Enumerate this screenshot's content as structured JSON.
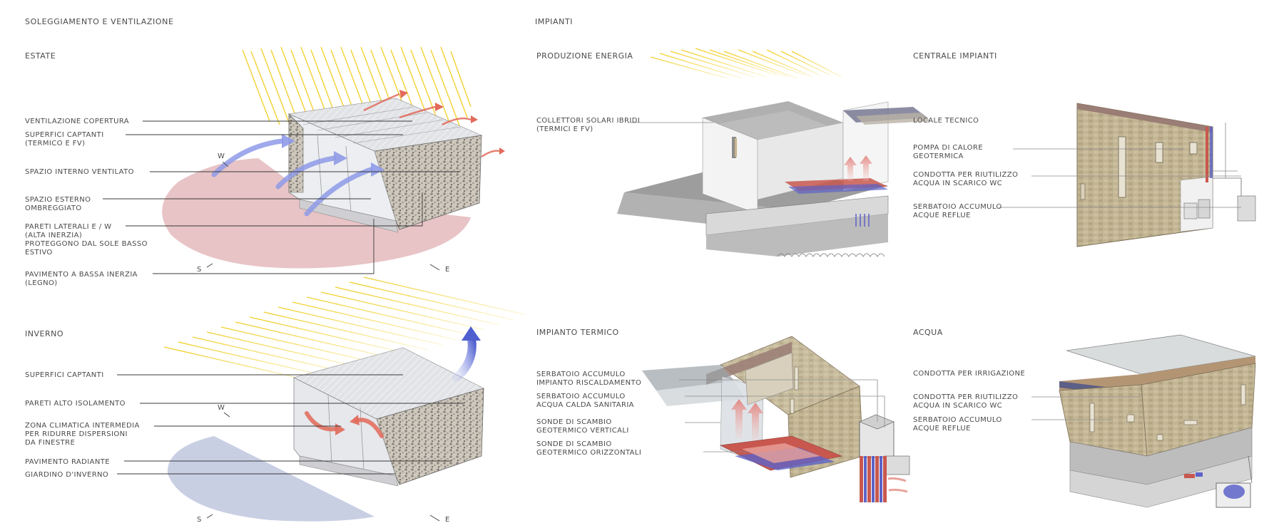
{
  "sections": {
    "solar_ventilation": "SOLEGGIAMENTO E VENTILAZIONE",
    "plants": "IMPIANTI"
  },
  "summer": {
    "title": "ESTATE",
    "labels": [
      [
        "VENTILAZIONE COPERTURA"
      ],
      [
        "SUPERFICI CAPTANTI",
        "(TERMICO E FV)"
      ],
      [
        "SPAZIO INTERNO VENTILATO"
      ],
      [
        "SPAZIO ESTERNO",
        "OMBREGGIATO"
      ],
      [
        "PARETI LATERALI E / W",
        "(ALTA INERZIA)",
        "PROTEGGONO DAL SOLE BASSO",
        "ESTIVO"
      ],
      [
        "PAVIMENTO A BASSA INERZIA",
        "(LEGNO)"
      ]
    ],
    "compass": {
      "w": "W",
      "s": "S",
      "e": "E"
    }
  },
  "winter": {
    "title": "INVERNO",
    "labels": [
      [
        "SUPERFICI CAPTANTI"
      ],
      [
        "PARETI ALTO ISOLAMENTO"
      ],
      [
        "ZONA CLIMATICA INTERMEDIA",
        "PER RIDURRE DISPERSIONI",
        "DA FINESTRE"
      ],
      [
        "PAVIMENTO RADIANTE"
      ],
      [
        "GIARDINO D'INVERNO"
      ]
    ],
    "compass": {
      "w": "W",
      "s": "S",
      "e": "E"
    }
  },
  "energy": {
    "title": "PRODUZIONE ENERGIA",
    "labels": [
      [
        "COLLETTORI SOLARI IBRIDI",
        "(TERMICI E FV)"
      ]
    ]
  },
  "central": {
    "title": "CENTRALE IMPIANTI",
    "labels": [
      [
        "LOCALE TECNICO"
      ],
      [
        "POMPA DI CALORE",
        "GEOTERMICA"
      ],
      [
        "CONDOTTA PER RIUTILIZZO",
        "ACQUA IN SCARICO WC"
      ],
      [
        "SERBATOIO ACCUMULO",
        "ACQUE REFLUE"
      ]
    ]
  },
  "thermal": {
    "title": "IMPIANTO TERMICO",
    "labels": [
      [
        "SERBATOIO ACCUMULO",
        "IMPIANTO RISCALDAMENTO"
      ],
      [
        "SERBATOIO ACCUMULO",
        "ACQUA CALDA SANITARIA"
      ],
      [
        "SONDE DI SCAMBIO",
        "GEOTERMICO VERTICALI"
      ],
      [
        "SONDE DI SCAMBIO",
        "GEOTERMICO ORIZZONTALI"
      ]
    ]
  },
  "water": {
    "title": "ACQUA",
    "labels": [
      [
        "CONDOTTA PER IRRIGAZIONE"
      ],
      [
        "CONDOTTA PER RIUTILIZZO",
        "ACQUA IN SCARICO WC"
      ],
      [
        "SERBATOIO ACCUMULO",
        "ACQUE REFLUE"
      ]
    ]
  },
  "colors": {
    "sun": "#f2cf2a",
    "summer_shadow": "#e8c4c6",
    "winter_shadow": "#c9cfe3",
    "cool_air": "#8f9be8",
    "warm_air": "#e26a5a",
    "blue_arrow": "#4f5fcf",
    "stone": "#b9ab8c",
    "pipe_red": "#c8584f",
    "pipe_blue": "#5c63c8"
  }
}
